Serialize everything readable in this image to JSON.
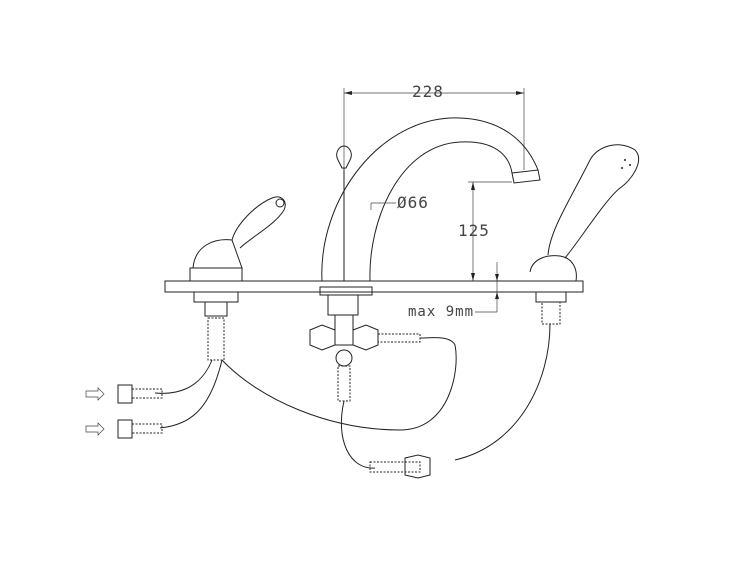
{
  "dimensions": {
    "spout_reach": "228",
    "spout_diameter": "Ø66",
    "spout_height": "125",
    "deck_thickness": "max 9mm"
  },
  "colors": {
    "line": "#222222",
    "background": "#ffffff"
  }
}
